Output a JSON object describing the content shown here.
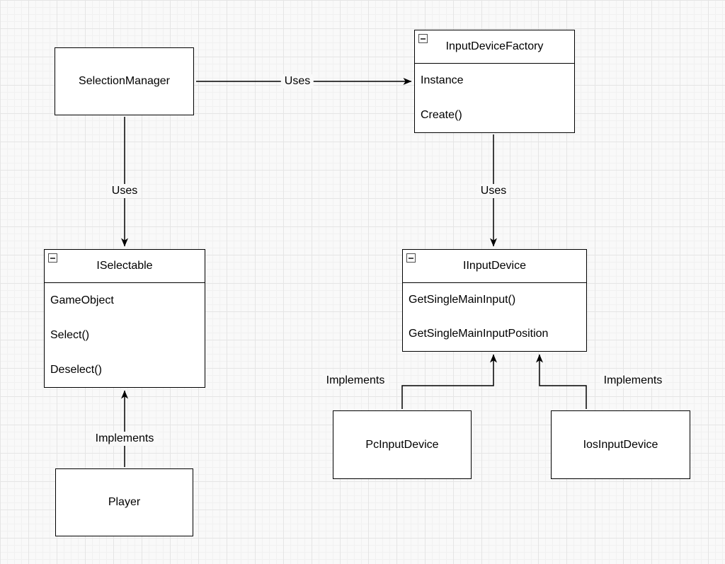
{
  "canvas": {
    "background": "#f9f9f9",
    "grid_major_color": "#e5e5e5",
    "grid_minor_color": "#f1f1f1",
    "node_fill": "#ffffff",
    "stroke_color": "#000000"
  },
  "icons": {
    "collapse_icon": "minus-in-square"
  },
  "nodes": {
    "selection_manager": {
      "label": "SelectionManager"
    },
    "input_device_factory": {
      "title": "InputDeviceFactory",
      "members": [
        "Instance",
        "Create()"
      ]
    },
    "iselectable": {
      "title": "ISelectable",
      "members": [
        "GameObject",
        "Select()",
        "Deselect()"
      ]
    },
    "iinput_device": {
      "title": "IInputDevice",
      "members": [
        "GetSingleMainInput()",
        "GetSingleMainInputPosition"
      ]
    },
    "pc_input_device": {
      "label": "PcInputDevice"
    },
    "ios_input_device": {
      "label": "IosInputDevice"
    },
    "player": {
      "label": "Player"
    }
  },
  "edges": {
    "selectionmanager_uses_inputdevicefactory": {
      "label": "Uses"
    },
    "selectionmanager_uses_iselectable": {
      "label": "Uses"
    },
    "inputdevicefactory_uses_iinputdevice": {
      "label": "Uses"
    },
    "player_implements_iselectable": {
      "label": "Implements"
    },
    "pcinputdevice_implements_iinputdevice": {
      "label": "Implements"
    },
    "iosinputdevice_implements_iinputdevice": {
      "label": "Implements"
    }
  }
}
